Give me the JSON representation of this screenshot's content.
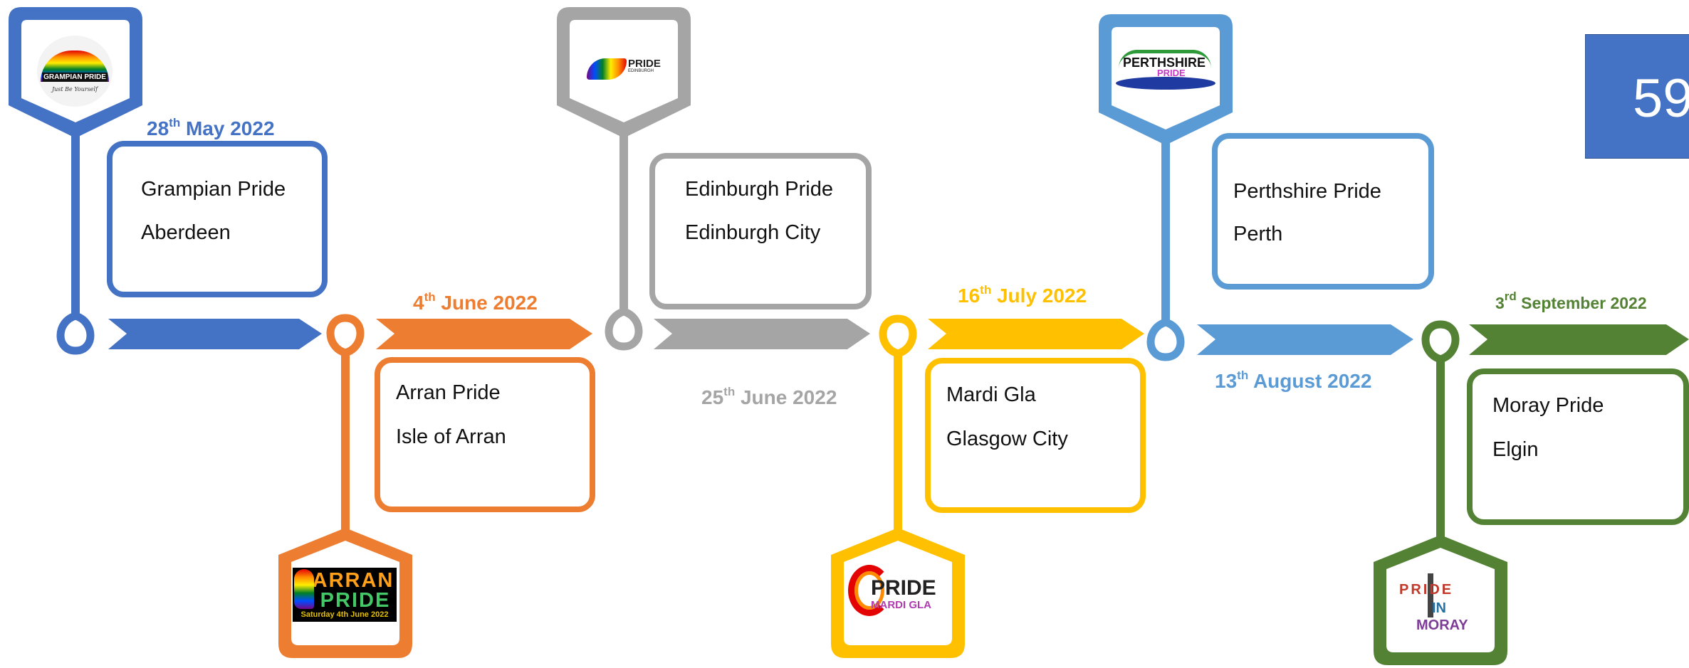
{
  "page_number": "59",
  "colors": {
    "blue": "#4472C4",
    "orange": "#ED7D31",
    "gray": "#A5A5A5",
    "yellow": "#FFC000",
    "light_blue": "#5B9BD5",
    "green": "#548235"
  },
  "events": [
    {
      "date_day": "28",
      "date_suffix": "th",
      "date_rest": " May 2022",
      "name": "Grampian Pride",
      "location": "Aberdeen",
      "logo": {
        "line1": "GRAMPIAN PRIDE",
        "tagline": "Just Be Yourself"
      }
    },
    {
      "date_day": "4",
      "date_suffix": "th",
      "date_rest": " June 2022",
      "name": "Arran Pride",
      "location": "Isle of Arran",
      "logo": {
        "line1": "ARRAN",
        "line2": "PRIDE",
        "subtitle": "Saturday 4th June 2022"
      }
    },
    {
      "date_day": "25",
      "date_suffix": "th",
      "date_rest": " June 2022",
      "name": "Edinburgh Pride",
      "location": "Edinburgh City",
      "logo": {
        "line1": "PRIDE",
        "line2": "EDINBURGH"
      }
    },
    {
      "date_day": "16",
      "date_suffix": "th",
      "date_rest": " July 2022",
      "name": "Mardi Gla",
      "location": "Glasgow City",
      "logo": {
        "line1": "PRIDE",
        "line2": "MARDI GLA"
      }
    },
    {
      "date_day": "13",
      "date_suffix": "th",
      "date_rest": " August 2022",
      "name": "Perthshire Pride",
      "location": "Perth",
      "logo": {
        "line1": "PERTHSHIRE",
        "line2": "PRIDE"
      }
    },
    {
      "date_day": "3",
      "date_suffix": "rd",
      "date_rest": " September 2022",
      "name": "Moray Pride",
      "location": "Elgin",
      "logo": {
        "line1": "PRIDE",
        "line2": "IN",
        "line3": "MORAY"
      }
    }
  ]
}
